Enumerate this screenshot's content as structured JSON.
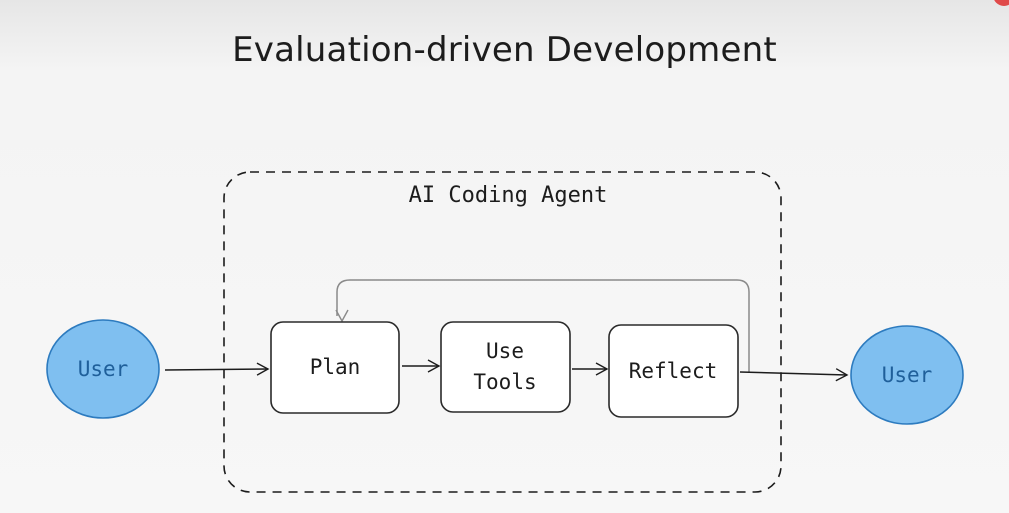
{
  "title": "Evaluation-driven Development",
  "diagram": {
    "container_label": "AI Coding Agent",
    "nodes": {
      "user_in": "User",
      "plan": "Plan",
      "use_tools_line1": "Use",
      "use_tools_line2": "Tools",
      "reflect": "Reflect",
      "user_out": "User"
    }
  },
  "colors": {
    "user_fill": "#7fbff0",
    "user_stroke": "#2d7bbf",
    "user_text": "#1f5f9a",
    "box_stroke": "#2a2a2a",
    "loop_stroke": "#8a8a8a",
    "accent_dot": "#e04a4a"
  }
}
